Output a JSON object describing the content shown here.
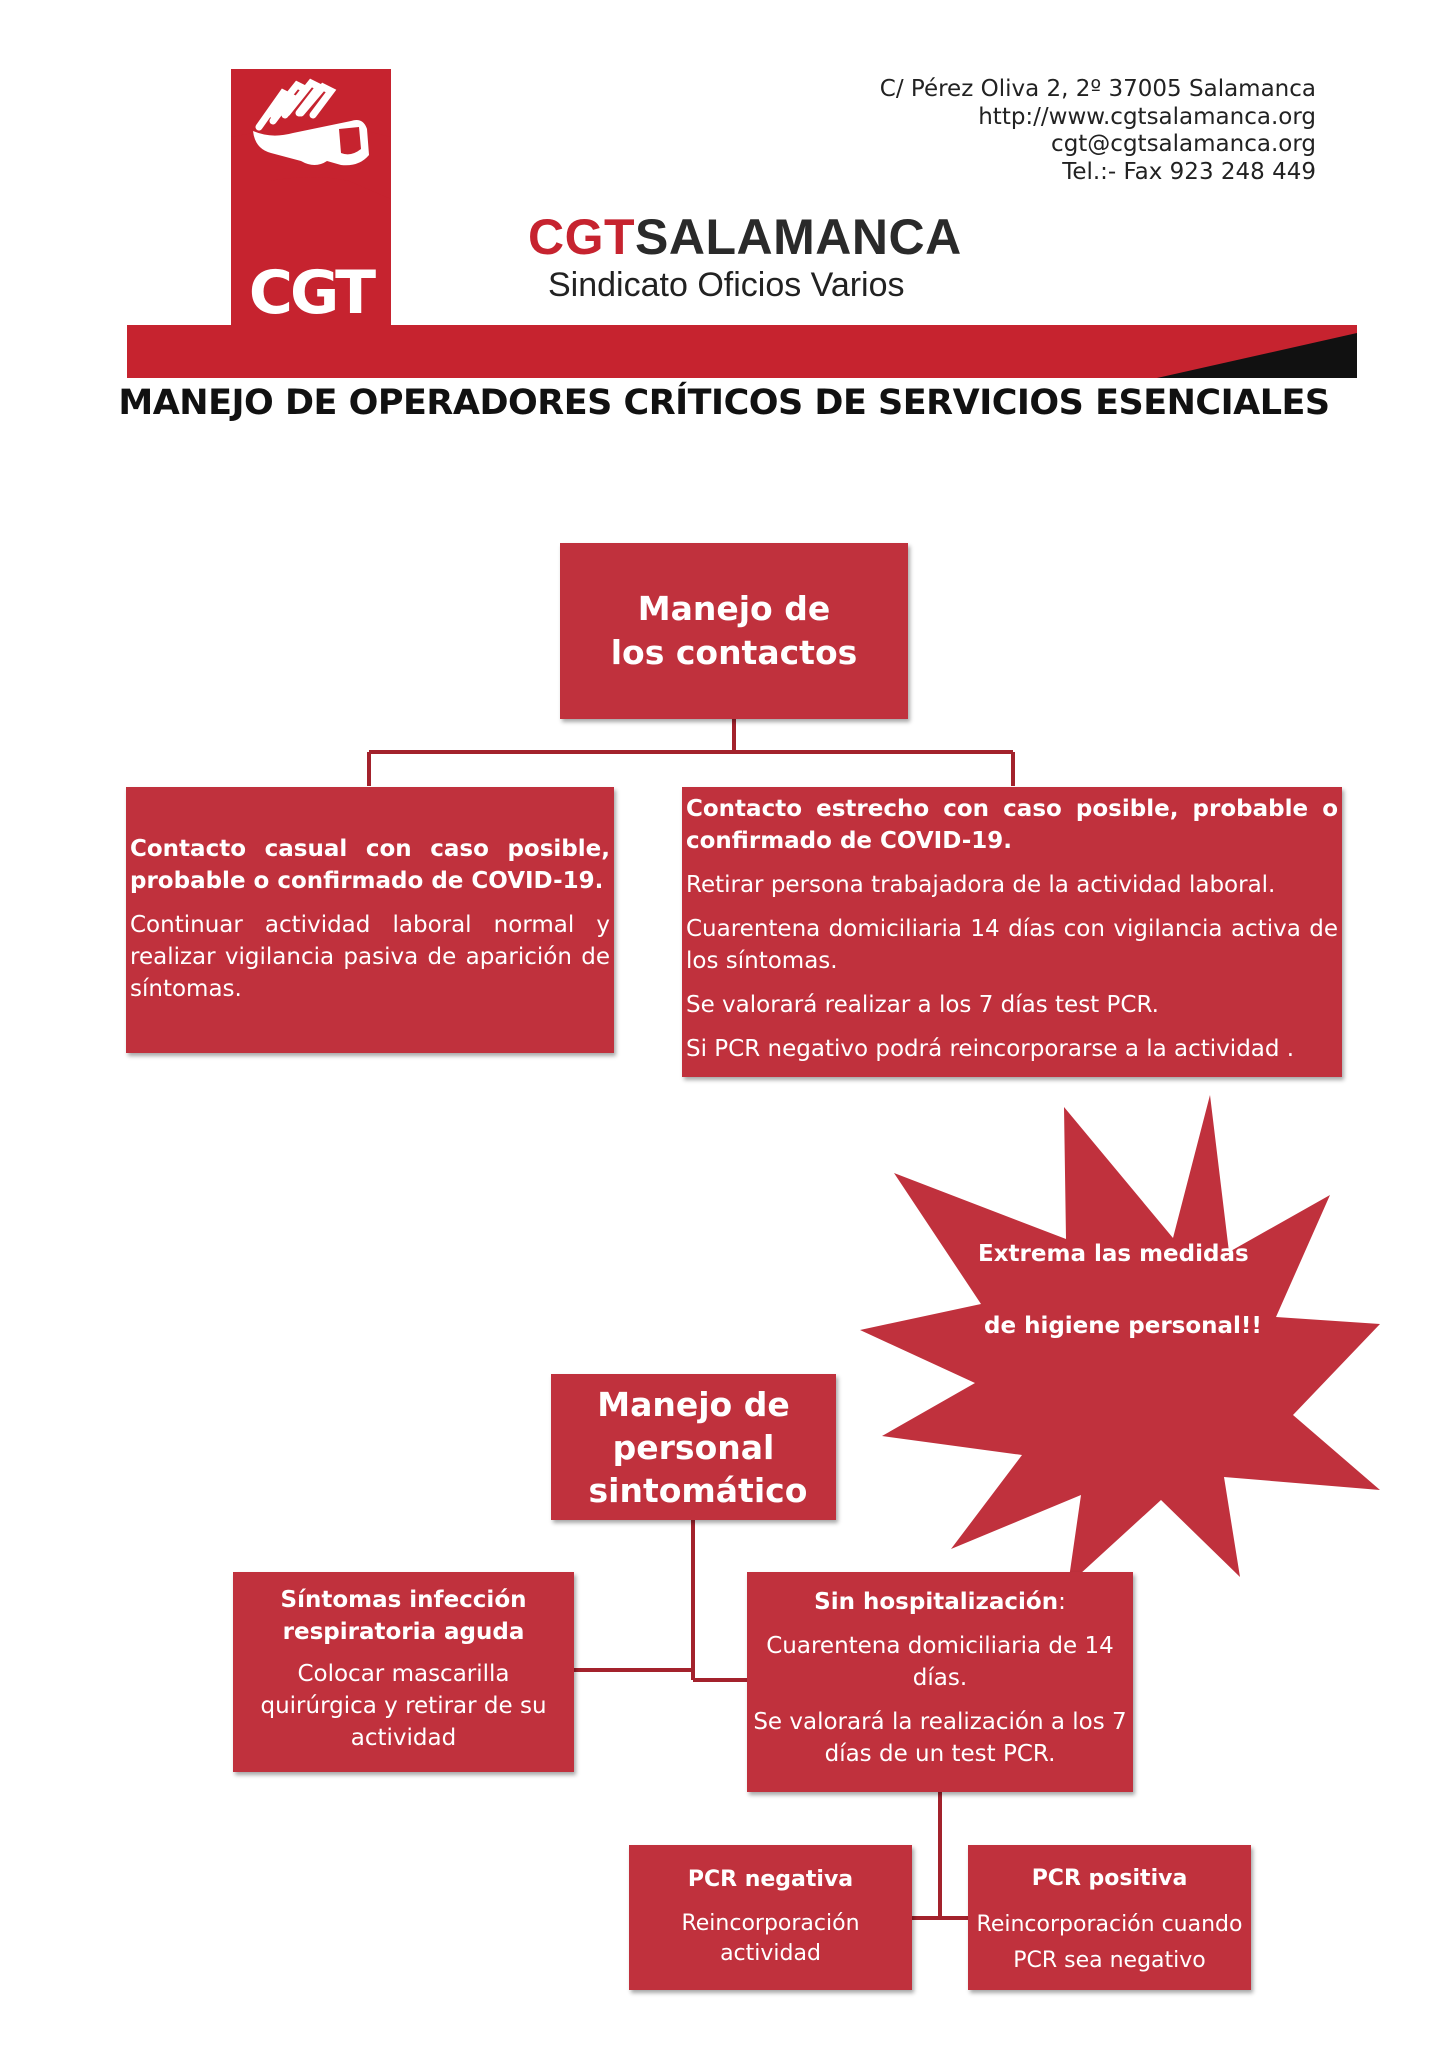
{
  "header": {
    "logo_text": "CGT",
    "brand_cgt": "CGT",
    "brand_name": "SALAMANCA",
    "subtitle": "Sindicato Oficios Varios",
    "contact": [
      "C/ Pérez Oliva 2, 2º 37005 Salamanca",
      "http://www.cgtsalamanca.org",
      "cgt@cgtsalamanca.org",
      "Tel.:- Fax 923 248 449"
    ]
  },
  "title": "MANEJO DE OPERADORES CRÍTICOS DE SERVICIOS ESENCIALES",
  "contacts_section": {
    "root": "Manejo de los contactos",
    "casual": {
      "heading": "Contacto casual con caso posible, probable o confirmado de COVID-19.",
      "body": "Continuar actividad laboral normal y realizar vigilancia pasiva de aparición de síntomas."
    },
    "close": {
      "heading": "Contacto estrecho con caso posible, probable o confirmado de COVID-19.",
      "items": [
        "Retirar persona trabajadora de la actividad laboral.",
        "Cuarentena domiciliaria  14 días con vigilancia activa de los síntomas.",
        "Se valorará  realizar a los 7 días test PCR.",
        "Si PCR negativo podrá reincorporarse a la actividad ."
      ]
    }
  },
  "star": {
    "line1": "Extrema las medidas",
    "line2": "de higiene personal!!"
  },
  "symptomatic_section": {
    "root": "Manejo de personal sintomático",
    "symptoms": {
      "heading": "Síntomas infección respiratoria aguda",
      "body": "Colocar mascarilla quirúrgica y retirar de su actividad"
    },
    "no_hosp": {
      "heading": "Sin hospitalización",
      "heading_suffix": ":",
      "items": [
        "Cuarentena domiciliaria de 14 días.",
        "Se valorará la realización a los 7 días de un test PCR."
      ]
    },
    "pcr_neg": {
      "heading": "PCR  negativa",
      "body": "Reincorporación actividad"
    },
    "pcr_pos": {
      "heading": "PCR  positiva",
      "body": "Reincorporación cuando PCR sea negativo"
    }
  },
  "colors": {
    "brand_red": "#c6232f",
    "box_red": "#c0313d",
    "connector_red": "#a3222c"
  }
}
